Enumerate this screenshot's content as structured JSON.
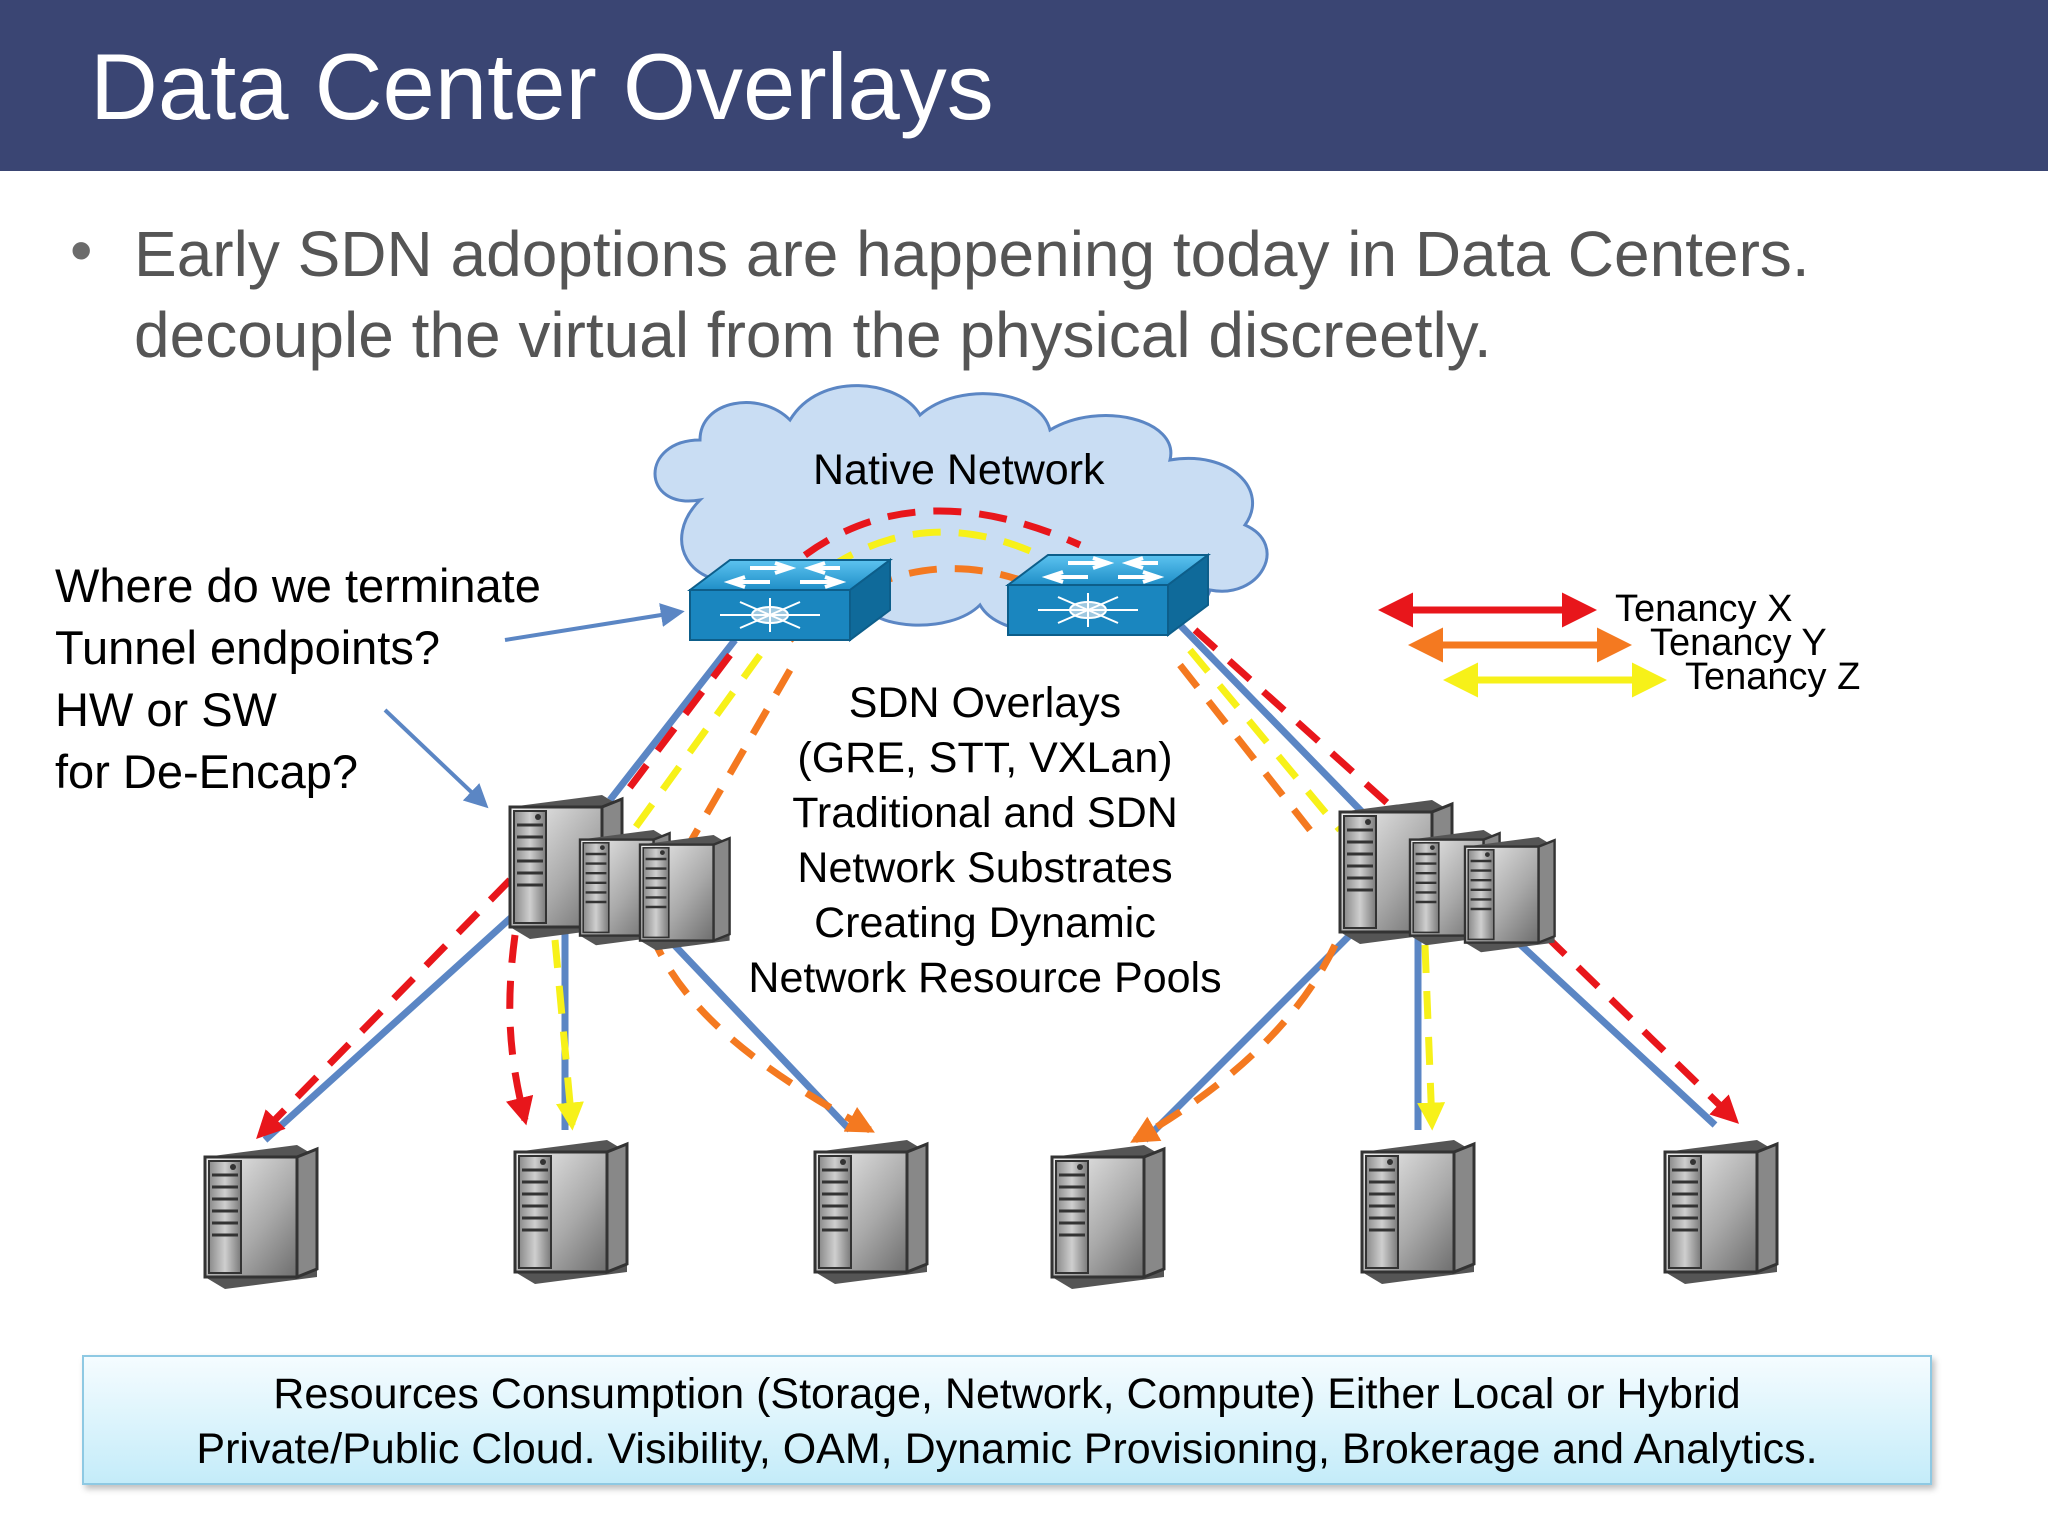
{
  "title": "Data Center Overlays",
  "bullet": "Early SDN adoptions are happening today in Data Centers. decouple the virtual from the physical discreetly.",
  "cloud_label": "Native Network",
  "question_lines": [
    "Where do we terminate",
    "Tunnel endpoints?",
    "HW or SW",
    "for De-Encap?"
  ],
  "overlay_lines": [
    "SDN Overlays",
    "(GRE, STT, VXLan)",
    "Traditional and SDN",
    "Network Substrates",
    "Creating Dynamic",
    "Network Resource Pools"
  ],
  "legend": [
    {
      "label": "Tenancy X",
      "color": "#e8161b"
    },
    {
      "label": "Tenancy Y",
      "color": "#f47920"
    },
    {
      "label": "Tenancy Z",
      "color": "#f7f119"
    }
  ],
  "bottom_box_lines": [
    "Resources Consumption (Storage, Network, Compute) Either Local or Hybrid",
    "Private/Public Cloud. Visibility, OAM, Dynamic Provisioning, Brokerage and Analytics."
  ],
  "colors": {
    "title_bar": "#3a4573",
    "link": "#5b86c4",
    "switch": "#1f8ec7"
  },
  "icons": [
    "cloud-icon",
    "switch-icon",
    "server-icon",
    "arrow-icon"
  ]
}
